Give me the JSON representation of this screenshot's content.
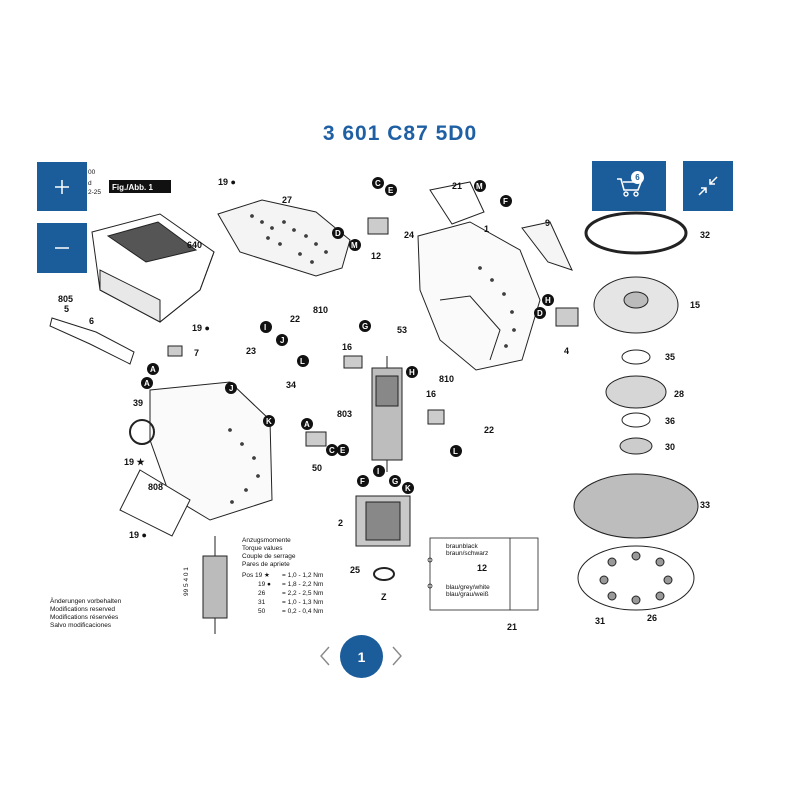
{
  "header": {
    "part_number": "3 601 C87 5D0"
  },
  "figure": {
    "fig_label": "Fig./Abb. 1",
    "corner_lines": [
      "00",
      "d",
      "2-25"
    ],
    "part_numbers": [
      "19 ●",
      "27",
      "21",
      "1",
      "9",
      "32",
      "640",
      "805",
      "5",
      "6",
      "19 ●",
      "7",
      "22",
      "810",
      "16",
      "53",
      "24",
      "15",
      "23",
      "34",
      "35",
      "28",
      "39",
      "810",
      "16",
      "36",
      "30",
      "803",
      "19 ★",
      "22",
      "808",
      "50",
      "33",
      "2",
      "19 ●",
      "12",
      "25",
      "21",
      "31",
      "26",
      "12",
      "4",
      "Z"
    ],
    "letter_markers": [
      "C",
      "E",
      "M",
      "F",
      "D",
      "M",
      "H",
      "D",
      "A",
      "A",
      "I",
      "J",
      "L",
      "G",
      "J",
      "K",
      "H",
      "A",
      "C",
      "E",
      "L",
      "F",
      "I",
      "G",
      "K"
    ],
    "torque_title": [
      "Anzugsmomente",
      "Torque values",
      "Couple de serrage",
      "Pares de apriete"
    ],
    "torque_rows": [
      {
        "pos": "Pos 19 ★",
        "value": "= 1,0 - 1,2 Nm"
      },
      {
        "pos": "19 ●",
        "value": "= 1,8 - 2,2 Nm"
      },
      {
        "pos": "26",
        "value": "= 2,2 - 2,5 Nm"
      },
      {
        "pos": "31",
        "value": "= 1,0 - 1,3 Nm"
      },
      {
        "pos": "50",
        "value": "= 0,2 - 0,4 Nm"
      }
    ],
    "modification_notes": [
      "Änderungen vorbehalten",
      "Modifications reserved",
      "Modifications réservées",
      "Salvo modificaciones"
    ],
    "side_code": "99 5 4 0 1",
    "circuit_label_1": [
      "braunblack",
      "braun/schwarz"
    ],
    "circuit_label_2": [
      "blau/grey/white",
      "blau/grau/weiß"
    ]
  },
  "controls": {
    "zoom_in_icon": "plus-icon",
    "zoom_out_icon": "minus-icon",
    "cart_icon": "cart-icon",
    "cart_count": "6",
    "collapse_icon": "collapse-icon"
  },
  "pagination": {
    "current_page": "1"
  },
  "colors": {
    "accent": "#1b5c9a",
    "title": "#1f5fa3"
  }
}
